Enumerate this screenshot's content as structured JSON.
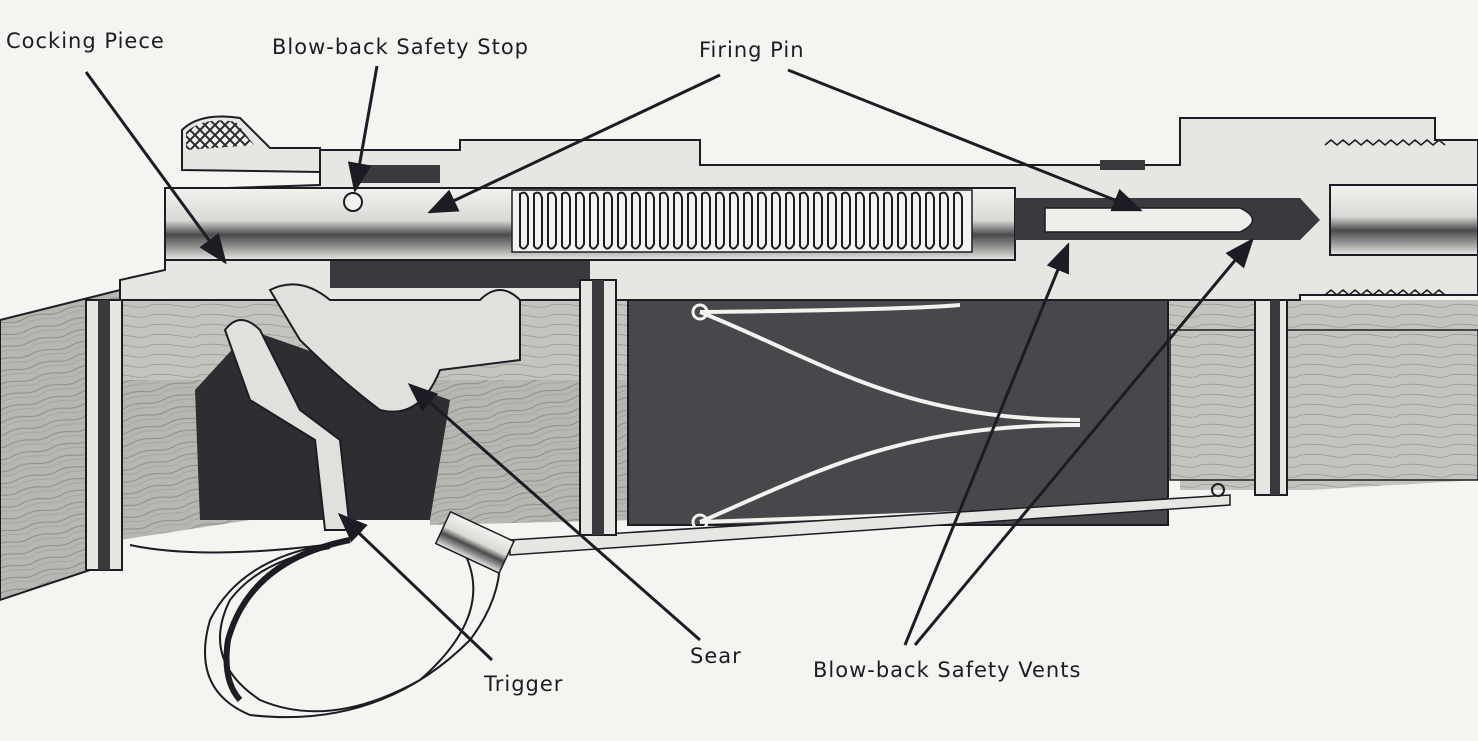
{
  "diagram": {
    "title": "Rifle action cutaway",
    "labels": {
      "cocking_piece": "Cocking Piece",
      "blowback_safety_stop": "Blow-back Safety Stop",
      "firing_pin": "Firing Pin",
      "sear": "Sear",
      "trigger": "Trigger",
      "blowback_safety_vents": "Blow-back Safety Vents"
    },
    "colors": {
      "paper": "#f4f4f1",
      "ink": "#1c1c24",
      "dark_fill": "#3a3a3e",
      "wood": "#b9b9b4",
      "metal_light": "#e6e6e2",
      "metal_mid": "#9a9a98"
    }
  }
}
